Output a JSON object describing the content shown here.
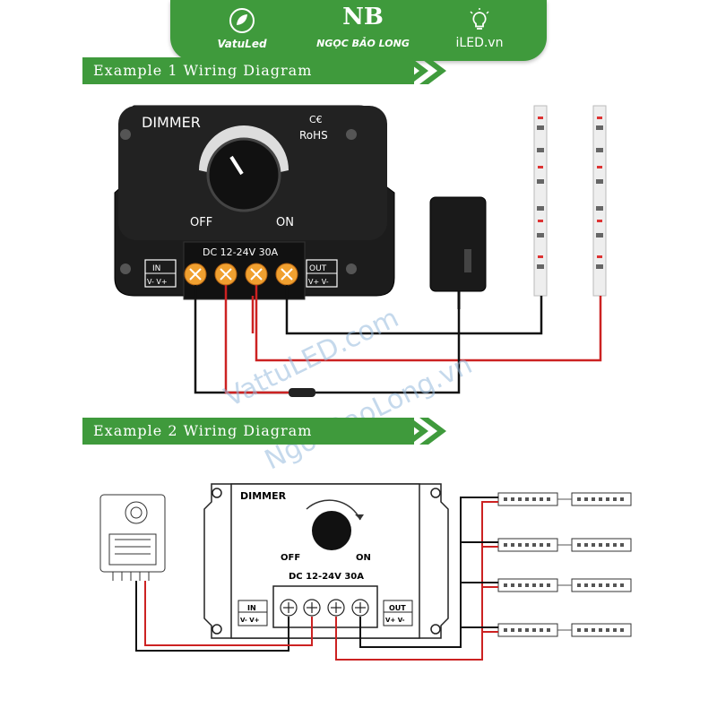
{
  "header": {
    "brands": [
      {
        "name": "VatuLed",
        "icon": "leaf-icon"
      },
      {
        "name": "NGỌC BẢO LONG",
        "logo_text": "NB",
        "icon": "nb-logo"
      },
      {
        "name": "iLED.vn",
        "icon": "lightbulb-icon"
      }
    ]
  },
  "example1": {
    "title": "Example 1 Wiring Diagram",
    "dimmer": {
      "label": "DIMMER",
      "cert_ce": "C€",
      "cert_rohs": "RoHS",
      "off_label": "OFF",
      "on_label": "ON",
      "rating": "DC 12-24V 30A",
      "in_label": "IN",
      "in_terms": "V- V+",
      "out_label": "OUT",
      "out_terms": "V+ V-"
    }
  },
  "example2": {
    "title": "Example 2 Wiring Diagram",
    "dimmer": {
      "label": "DIMMER",
      "off_label": "OFF",
      "on_label": "ON",
      "rating": "DC 12-24V 30A",
      "in_label": "IN",
      "in_terms": "V- V+",
      "out_label": "OUT",
      "out_terms": "V+ V-"
    }
  },
  "watermarks": [
    "VattuLED.com",
    "NgocBaoLong.vn"
  ],
  "colors": {
    "brand_green": "#3f9a3c",
    "wire_red": "#cc2222",
    "wire_black": "#111111",
    "terminal_orange": "#f0a030"
  }
}
